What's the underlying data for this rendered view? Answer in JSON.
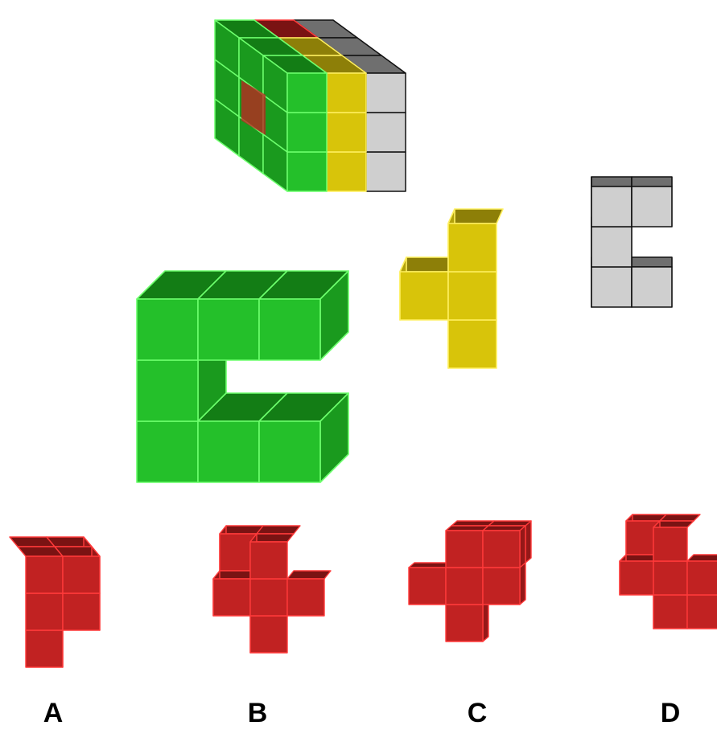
{
  "colors": {
    "background": "#ffffff",
    "green": {
      "front": "#24c02a",
      "top": "#137d15",
      "side": "#1a9a1e",
      "edge": "#6dff6d"
    },
    "yellow": {
      "front": "#d8c40a",
      "top": "#8d7f08",
      "side": "#b3a20a",
      "edge": "#fff060"
    },
    "grey": {
      "front": "#cfcfcf",
      "top": "#6f6f6f",
      "side": "#8a8a8a",
      "edge": "#111111"
    },
    "red": {
      "front": "#c12222",
      "top": "#7a1313",
      "side": "#951818",
      "edge": "#ff3a3a"
    }
  },
  "pieces": [
    {
      "name": "assembled-cube",
      "role": "target-cube"
    },
    {
      "name": "green-piece",
      "role": "given-piece"
    },
    {
      "name": "yellow-piece",
      "role": "given-piece"
    },
    {
      "name": "grey-piece",
      "role": "given-piece"
    }
  ],
  "options": [
    {
      "id": "A",
      "label": "A"
    },
    {
      "id": "B",
      "label": "B"
    },
    {
      "id": "C",
      "label": "C"
    },
    {
      "id": "D",
      "label": "D"
    }
  ]
}
